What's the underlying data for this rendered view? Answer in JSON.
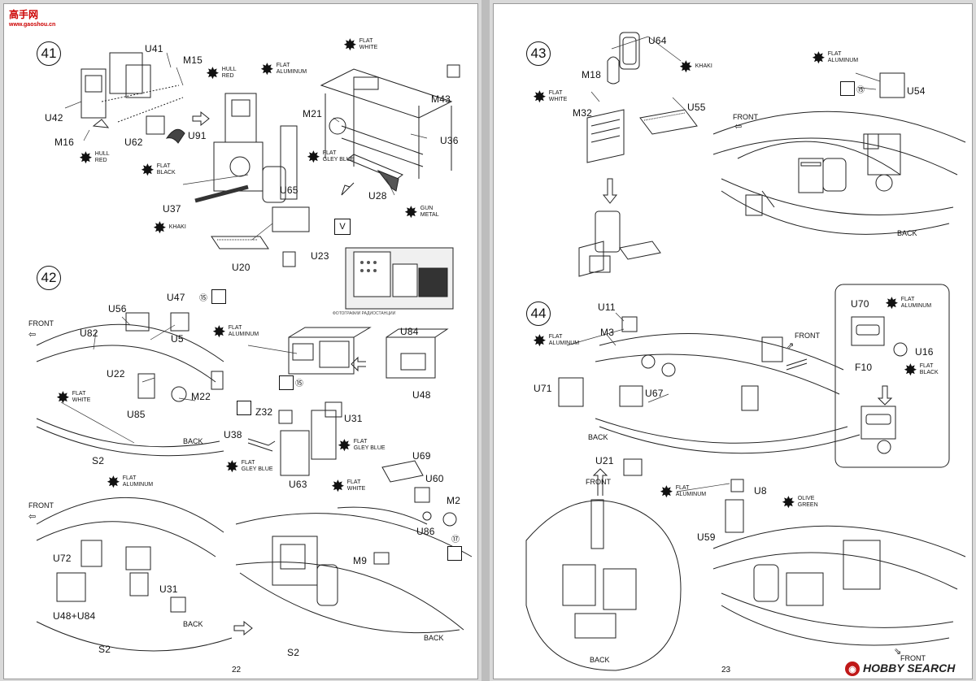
{
  "watermark": {
    "logo_text": "高手网",
    "url": "www.gaoshou.cn"
  },
  "hobbysearch": {
    "text": "HOBBY SEARCH"
  },
  "left_page": {
    "page_number": "22",
    "photo_caption": "ФОТОГРАФИИ РАДИОСТАНЦИИ",
    "step41": {
      "number": "41",
      "parts": [
        "U41",
        "M15",
        "U42",
        "U62",
        "M16",
        "U91",
        "M21",
        "M43",
        "U36",
        "U28",
        "U37",
        "U65",
        "U20",
        "U23"
      ],
      "paints": [
        {
          "id": "hull-red-1",
          "text": [
            "HULL",
            "RED"
          ]
        },
        {
          "id": "flat-aluminum",
          "text": [
            "FLAT",
            "ALUMINUM"
          ]
        },
        {
          "id": "flat-white",
          "text": [
            "FLAT",
            "WHITE"
          ]
        },
        {
          "id": "hull-red-2",
          "text": [
            "HULL",
            "RED"
          ]
        },
        {
          "id": "flat-gley-blue",
          "text": [
            "FLAT",
            "GLEY BLUE"
          ]
        },
        {
          "id": "flat-black",
          "text": [
            "FLAT",
            "BLACK"
          ]
        },
        {
          "id": "gun-metal",
          "text": [
            "GUN",
            "METAL"
          ]
        },
        {
          "id": "khaki",
          "text": [
            "KHAKI"
          ]
        }
      ],
      "v_box": "V"
    },
    "step42": {
      "number": "42",
      "parts": [
        "U47",
        "U56",
        "U82",
        "U5",
        "U84",
        "U22",
        "U48",
        "M22",
        "U85",
        "Z32",
        "U31",
        "U38",
        "U69",
        "U63",
        "U60",
        "M2",
        "U86",
        "U72",
        "M9",
        "U31",
        "U48+U84"
      ],
      "labels": {
        "front_1": "FRONT",
        "back_1": "BACK",
        "s2_1": "S2",
        "front_2": "FRONT",
        "back_2": "BACK",
        "s2_2": "S2",
        "s2_3": "S2",
        "back_3": "BACK"
      },
      "circled": [
        "⑮",
        "⑮",
        "⑰"
      ],
      "paints": [
        {
          "id": "flat-aluminum-1",
          "text": [
            "FLAT",
            "ALUMINUM"
          ]
        },
        {
          "id": "flat-white-1",
          "text": [
            "FLAT",
            "WHITE"
          ]
        },
        {
          "id": "flat-gley-blue-1",
          "text": [
            "FLAT",
            "GLEY BLUE"
          ]
        },
        {
          "id": "flat-gley-blue-2",
          "text": [
            "FLAT",
            "GLEY BLUE"
          ]
        },
        {
          "id": "flat-aluminum-2",
          "text": [
            "FLAT",
            "ALUMINUM"
          ]
        },
        {
          "id": "flat-white-2",
          "text": [
            "FLAT",
            "WHITE"
          ]
        }
      ]
    }
  },
  "right_page": {
    "page_number": "23",
    "step43": {
      "number": "43",
      "parts": [
        "U64",
        "M18",
        "M32",
        "U55",
        "U54"
      ],
      "labels": {
        "front": "FRONT",
        "back": "BACK"
      },
      "circled": "⑮",
      "paints": [
        {
          "id": "khaki",
          "text": [
            "KHAKI"
          ]
        },
        {
          "id": "flat-white",
          "text": [
            "FLAT",
            "WHITE"
          ]
        },
        {
          "id": "flat-aluminum",
          "text": [
            "FLAT",
            "ALUMINUM"
          ]
        }
      ]
    },
    "step44": {
      "number": "44",
      "parts": [
        "U11",
        "M3",
        "U71",
        "U67",
        "U70",
        "U16",
        "F10",
        "U21",
        "U8",
        "U59"
      ],
      "labels": {
        "back_1": "BACK",
        "front_1": "FRONT",
        "front_2": "FRONT",
        "back_2": "BACK",
        "front_3": "FRONT"
      },
      "paints": [
        {
          "id": "flat-aluminum-1",
          "text": [
            "FLAT",
            "ALUMINUM"
          ]
        },
        {
          "id": "flat-aluminum-2",
          "text": [
            "FLAT",
            "ALUMINUM"
          ]
        },
        {
          "id": "flat-black",
          "text": [
            "FLAT",
            "BLACK"
          ]
        },
        {
          "id": "flat-aluminum-3",
          "text": [
            "FLAT",
            "ALUMINUM"
          ]
        },
        {
          "id": "olive-green",
          "text": [
            "OLIVE",
            "GREEN"
          ]
        }
      ]
    }
  }
}
